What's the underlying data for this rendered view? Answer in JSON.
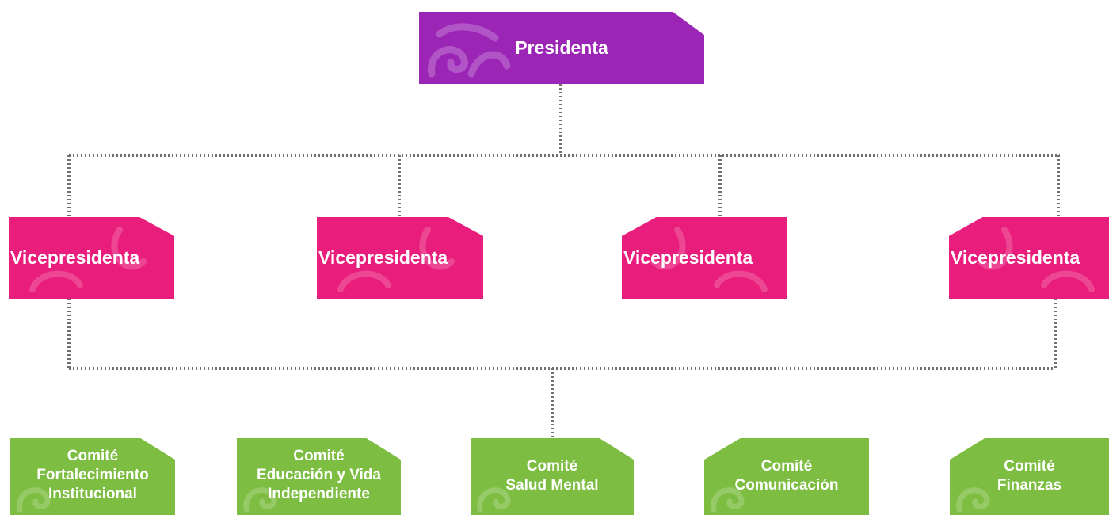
{
  "colors": {
    "president": "#9b26b6",
    "vice_president": "#e91e7c",
    "committee": "#7cbd42",
    "connector": "#707070"
  },
  "president": {
    "label": "Presidenta"
  },
  "vice_presidents": [
    {
      "label": "Vicepresidenta"
    },
    {
      "label": "Vicepresidenta"
    },
    {
      "label": "Vicepresidenta"
    },
    {
      "label": "Vicepresidenta"
    }
  ],
  "committees": [
    {
      "lines": [
        "Comité",
        "Fortalecimiento",
        "Institucional"
      ]
    },
    {
      "lines": [
        "Comité",
        "Educación y Vida",
        "Independiente"
      ]
    },
    {
      "lines": [
        "Comité",
        "Salud Mental"
      ]
    },
    {
      "lines": [
        "Comité",
        "Comunicación"
      ]
    },
    {
      "lines": [
        "Comité",
        "Finanzas"
      ]
    }
  ]
}
